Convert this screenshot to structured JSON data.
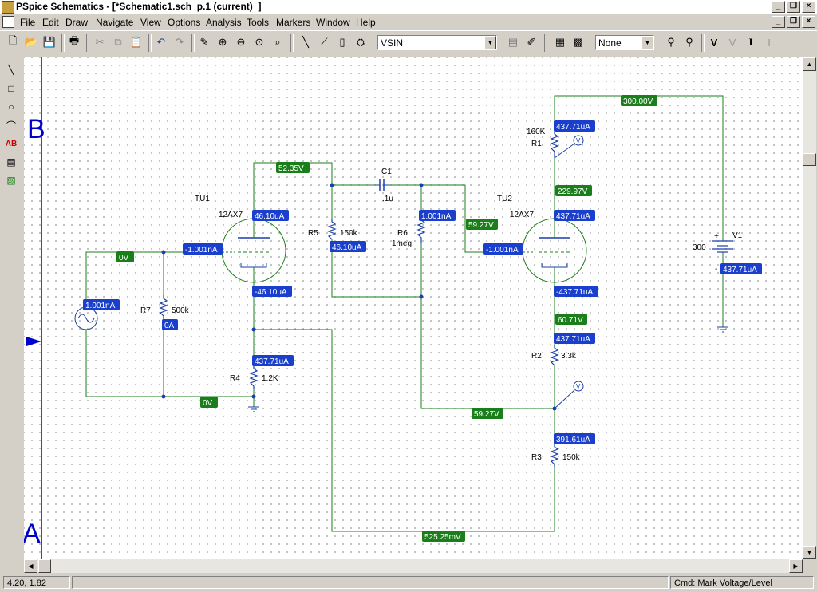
{
  "window": {
    "title": "PSpice Schematics - [*Schematic1.sch  p.1 (current)  ]"
  },
  "menu": [
    "File",
    "Edit",
    "Draw",
    "Navigate",
    "View",
    "Options",
    "Analysis",
    "Tools",
    "Markers",
    "Window",
    "Help"
  ],
  "toolbar": {
    "part_combo": "VSIN",
    "marker_combo": "None"
  },
  "schematic": {
    "border_labels": {
      "b": "B",
      "a": "A"
    },
    "parts": {
      "tu1_name": "TU1",
      "tu1_type": "12AX7",
      "tu2_name": "TU2",
      "tu2_type": "12AX7",
      "r1_name": "R1",
      "r1_value": "160K",
      "r2_name": "R2",
      "r2_value": "3.3k",
      "r3_name": "R3",
      "r3_value": "150k",
      "r4_name": "R4",
      "r4_value": "1.2K",
      "r5_name": "R5",
      "r5_value": "150k",
      "r6_name": "R6",
      "r6_value": "1meg",
      "r7_name": "R7",
      "r7_value": "500k",
      "c1_name": "C1",
      "c1_value": ".1u",
      "v1_name": "V1",
      "v1_value": "300",
      "v1_plus": "+",
      "v1_minus": "-",
      "probe_v": "V"
    },
    "voltages": {
      "v_300": "300.00V",
      "v_52": "52.35V",
      "v_229": "229.97V",
      "v_59a": "59.27V",
      "v_0a": "0V",
      "v_60": "60.71V",
      "v_0b": "0V",
      "v_59b": "59.27V",
      "v_525": "525.25mV"
    },
    "currents": {
      "i_r1": "437.71uA",
      "i_tu2_plate": "437.71uA",
      "i_tu1_plate": "46.10uA",
      "i_r6": "1.001nA",
      "i_tu1_grid": "-1.001nA",
      "i_r5": "46.10uA",
      "i_tu2_grid": "-1.001nA",
      "i_src": "1.001nA",
      "i_tu1_cath": "-46.10uA",
      "i_tu2_cath": "-437.71uA",
      "i_v1": "437.71uA",
      "i_r7": "0A",
      "i_r2": "437.71uA",
      "i_r4": "437.71uA",
      "i_r3": "391.61uA"
    }
  },
  "status": {
    "coords": "4.20,  1.82",
    "middle": "",
    "cmd": "Cmd: Mark Voltage/Level"
  }
}
